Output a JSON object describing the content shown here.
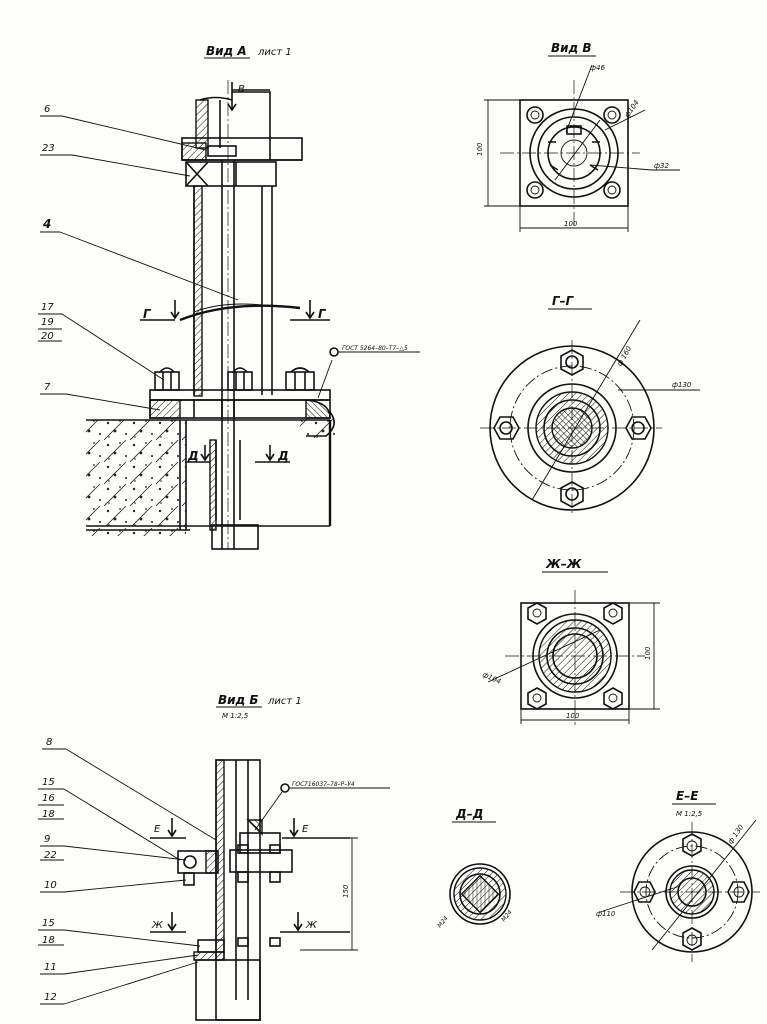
{
  "views": {
    "view_a_title": "Вид А",
    "view_a_sheet": "лист 1",
    "view_b_top_title": "Вид В",
    "view_b_main_title": "Вид Б",
    "view_b_main_sheet": "лист 1",
    "view_b_main_scale": "М 1:2,5",
    "section_g_title": "Г–Г",
    "section_zh_title": "Ж–Ж",
    "section_d_title": "Д–Д",
    "section_e_title": "Е–Е",
    "section_e_scale": "М 1:2,5"
  },
  "callouts_view_a": [
    "6",
    "23",
    "4",
    "17",
    "19",
    "20",
    "7"
  ],
  "callouts_view_b": [
    "8",
    "15",
    "16",
    "18",
    "9",
    "22",
    "10",
    "15",
    "18",
    "11",
    "12"
  ],
  "section_markers": {
    "b": "В",
    "g": "Г",
    "d": "Д",
    "e": "Е",
    "zh": "Ж"
  },
  "weld_notes": {
    "view_a": "ГОСТ 5264–80–Т7–△5",
    "view_b": "ГОСТ16037–78–Р–У4"
  },
  "dimensions": {
    "vb_phi46": "ф46",
    "vb_phi104": "ф104",
    "vb_phi32": "ф32",
    "vb_side": "100",
    "vb_bottom": "100",
    "g_phi160": "ф 160",
    "g_phi130": "ф130",
    "zh_phi104": "ф104",
    "zh_side": "100",
    "zh_bottom": "100",
    "vbm_height": "150",
    "d_left": "М24",
    "d_right": "М24",
    "e_phi130": "ф 130",
    "e_phi110": "ф110"
  }
}
